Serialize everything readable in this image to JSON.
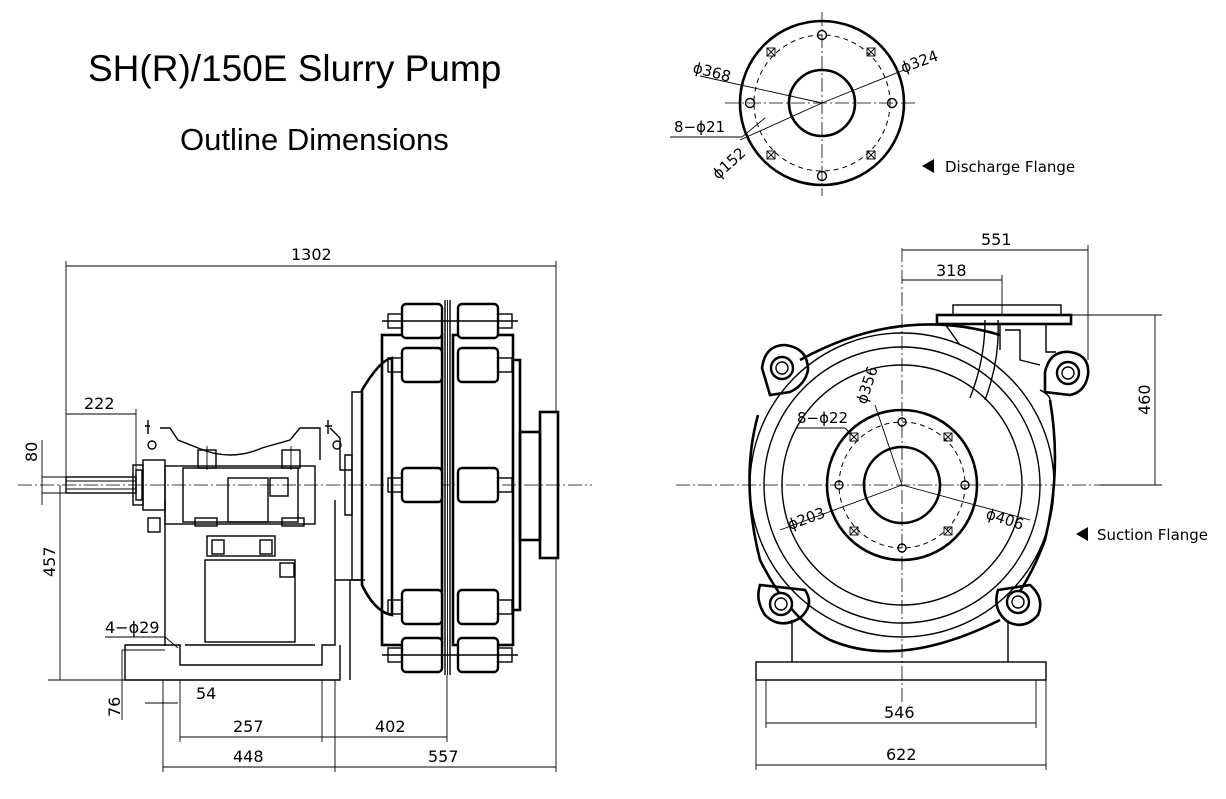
{
  "header": {
    "title": "SH(R)/150E Slurry Pump",
    "subtitle": "Outline Dimensions"
  },
  "discharge_flange": {
    "label": "Discharge Flange",
    "d_outer": "ϕ368",
    "d_bolt": "ϕ324",
    "bolts": "8−ϕ21",
    "d_bore": "ϕ152"
  },
  "side_view": {
    "overall_length": "1302",
    "shaft_ext": "222",
    "shaft_height": "80",
    "center_height": "457",
    "foot_holes": "4−ϕ29",
    "base_thk": "76",
    "d54": "54",
    "d257": "257",
    "d402": "402",
    "d448": "448",
    "d557": "557"
  },
  "front_view": {
    "d551": "551",
    "d318": "318",
    "d460": "460",
    "suction_pcd": "ϕ356",
    "suction_bolts": "8−ϕ22",
    "suction_bore": "ϕ203",
    "suction_od": "ϕ406",
    "suction_label": "Suction Flange",
    "base_546": "546",
    "base_622": "622"
  }
}
